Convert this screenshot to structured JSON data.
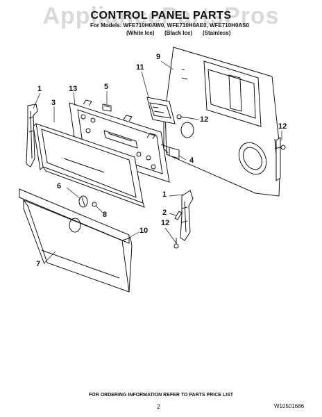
{
  "watermark": "AppliancePartsPros",
  "title": "CONTROL PANEL PARTS",
  "models": "For Models: WFE710H0AW0, WFE710H0AE0, WFE710H0AS0",
  "variants": [
    "(White Ice)",
    "(Black Ice)",
    "(Stainless)"
  ],
  "callouts": [
    "1",
    "3",
    "13",
    "5",
    "11",
    "9",
    "12",
    "12",
    "4",
    "6",
    "8",
    "10",
    "7",
    "1",
    "2",
    "12"
  ],
  "footer": "FOR ORDERING INFORMATION REFER TO PARTS PRICE LIST",
  "page_number": "2",
  "doc_id": "W10501686"
}
